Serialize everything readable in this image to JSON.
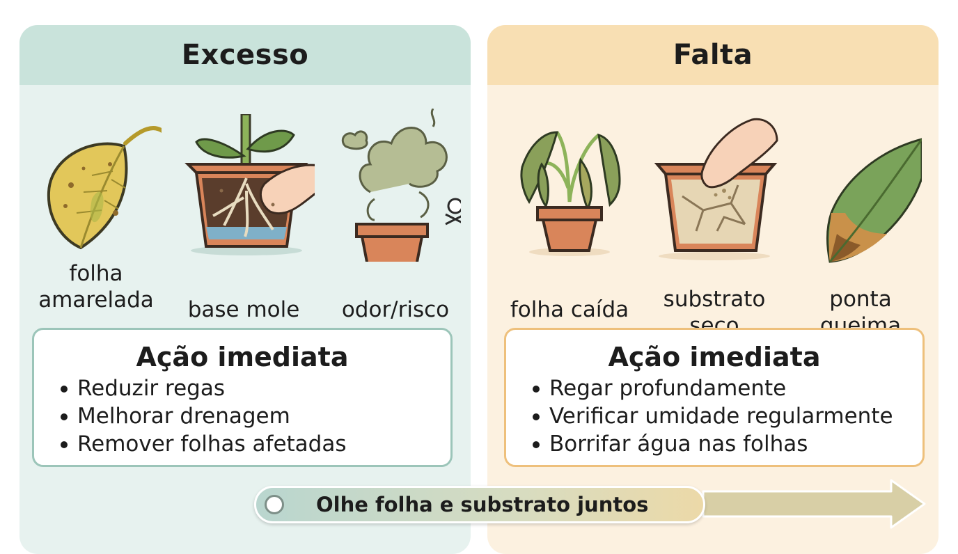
{
  "excess": {
    "title": "Excesso",
    "items": [
      {
        "icon": "yellow-leaf-icon",
        "label": "folha\namarelada"
      },
      {
        "icon": "rotting-roots-pot-icon",
        "label": "base mole"
      },
      {
        "icon": "bad-odor-pot-icon",
        "label": "odor/risco"
      }
    ],
    "action": {
      "title": "Ação imediata",
      "items": [
        "Reduzir regas",
        "Melhorar drenagem",
        "Remover folhas afetadas"
      ]
    }
  },
  "lack": {
    "title": "Falta",
    "items": [
      {
        "icon": "wilted-plant-icon",
        "label": "folha caída"
      },
      {
        "icon": "dry-soil-pot-icon",
        "label": "substrato\nseco"
      },
      {
        "icon": "burnt-leaf-tip-icon",
        "label": "ponta\nqueima"
      }
    ],
    "action": {
      "title": "Ação imediata",
      "items": [
        "Regar profundamente",
        "Verificar umidade regularmente",
        "Borrifar água nas folhas"
      ]
    }
  },
  "footer": {
    "text": "Olhe folha e substrato juntos"
  },
  "colors": {
    "excess_panel": "#e7f2ef",
    "excess_header": "#c9e3db",
    "lack_panel": "#fcf1e0",
    "lack_header": "#f8dfb3",
    "pot": "#d9855a",
    "leaf_green": "#6f9a4a"
  }
}
